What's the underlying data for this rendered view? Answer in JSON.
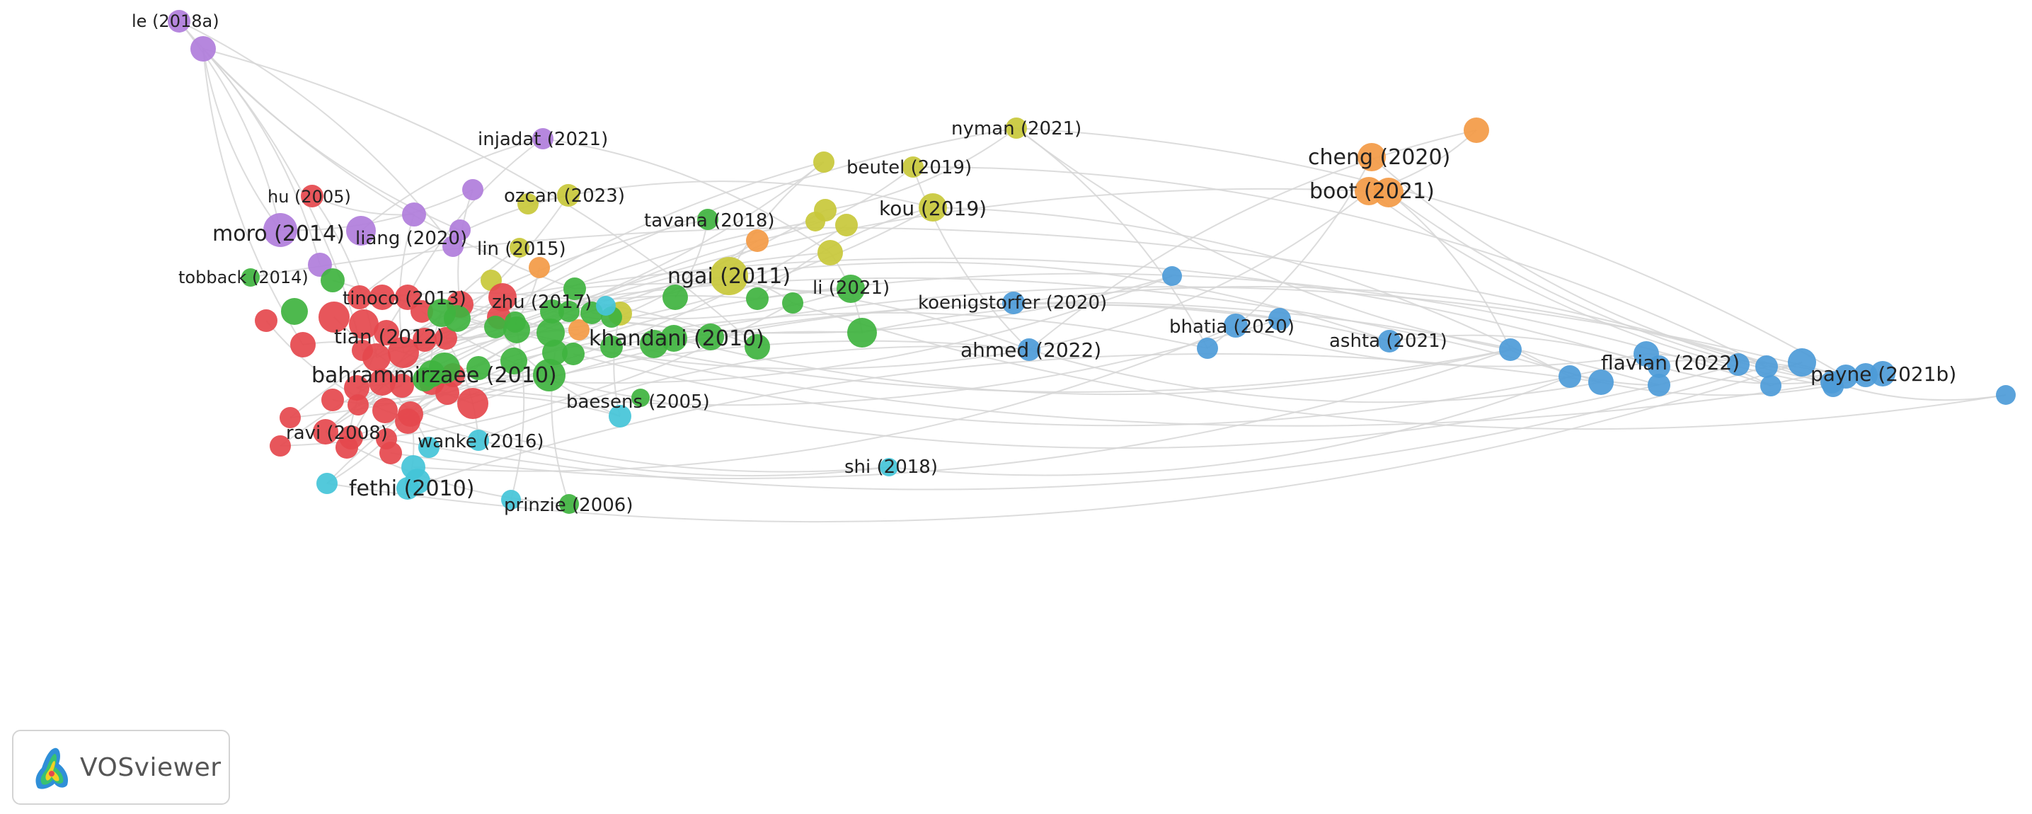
{
  "app": {
    "brand": "VOSviewer",
    "logo_icon": "vosviewer-density-logo-icon"
  },
  "clusters": {
    "red": "#e5484d",
    "green": "#3fb33f",
    "blue": "#4d9bd8",
    "yellow": "#c8c83a",
    "purple": "#b07ddb",
    "cyan": "#44c4d8",
    "orange": "#f39a45"
  },
  "link_color": "#d6d6d6",
  "labels": [
    {
      "text": "le (2018a)",
      "cluster": "purple"
    },
    {
      "text": "injadat (2021)",
      "cluster": "purple"
    },
    {
      "text": "nyman (2021)",
      "cluster": "yellow"
    },
    {
      "text": "beutel (2019)",
      "cluster": "yellow"
    },
    {
      "text": "cheng (2020)",
      "cluster": "orange"
    },
    {
      "text": "boot (2021)",
      "cluster": "orange"
    },
    {
      "text": "hu (2005)",
      "cluster": "red"
    },
    {
      "text": "ozcan (2023)",
      "cluster": "yellow"
    },
    {
      "text": "kou (2019)",
      "cluster": "yellow"
    },
    {
      "text": "tavana (2018)",
      "cluster": "green"
    },
    {
      "text": "moro (2014)",
      "cluster": "purple"
    },
    {
      "text": "liang (2020)",
      "cluster": "purple"
    },
    {
      "text": "lin (2015)",
      "cluster": "yellow"
    },
    {
      "text": "tobback (2014)",
      "cluster": "green"
    },
    {
      "text": "ngai (2011)",
      "cluster": "yellow"
    },
    {
      "text": "li (2021)",
      "cluster": "green"
    },
    {
      "text": "tinoco (2013)",
      "cluster": "red"
    },
    {
      "text": "zhu (2017)",
      "cluster": "green"
    },
    {
      "text": "koenigstorfer (2020)",
      "cluster": "blue"
    },
    {
      "text": "bhatia (2020)",
      "cluster": "blue"
    },
    {
      "text": "tian (2012)",
      "cluster": "red"
    },
    {
      "text": "khandani (2010)",
      "cluster": "green"
    },
    {
      "text": "ashta (2021)",
      "cluster": "blue"
    },
    {
      "text": "ahmed (2022)",
      "cluster": "blue"
    },
    {
      "text": "flavian (2022)",
      "cluster": "blue"
    },
    {
      "text": "payne (2021b)",
      "cluster": "blue"
    },
    {
      "text": "bahrammirzaee (2010)",
      "cluster": "red"
    },
    {
      "text": "baesens (2005)",
      "cluster": "green"
    },
    {
      "text": "ravi (2008)",
      "cluster": "red"
    },
    {
      "text": "wanke (2016)",
      "cluster": "cyan"
    },
    {
      "text": "shi (2018)",
      "cluster": "cyan"
    },
    {
      "text": "fethi (2010)",
      "cluster": "cyan"
    },
    {
      "text": "prinzie (2006)",
      "cluster": "green"
    }
  ]
}
